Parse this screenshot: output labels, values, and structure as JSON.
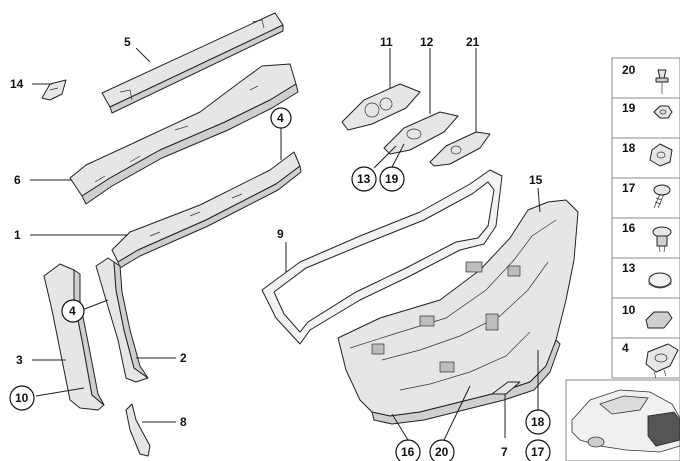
{
  "callouts": [
    "1",
    "2",
    "3",
    "4",
    "5",
    "6",
    "7",
    "8",
    "9",
    "10",
    "11",
    "12",
    "13",
    "14",
    "15",
    "16",
    "17",
    "18",
    "19",
    "20",
    "21"
  ],
  "legend_items": [
    "20",
    "19",
    "18",
    "17",
    "16",
    "13",
    "10",
    "4"
  ]
}
